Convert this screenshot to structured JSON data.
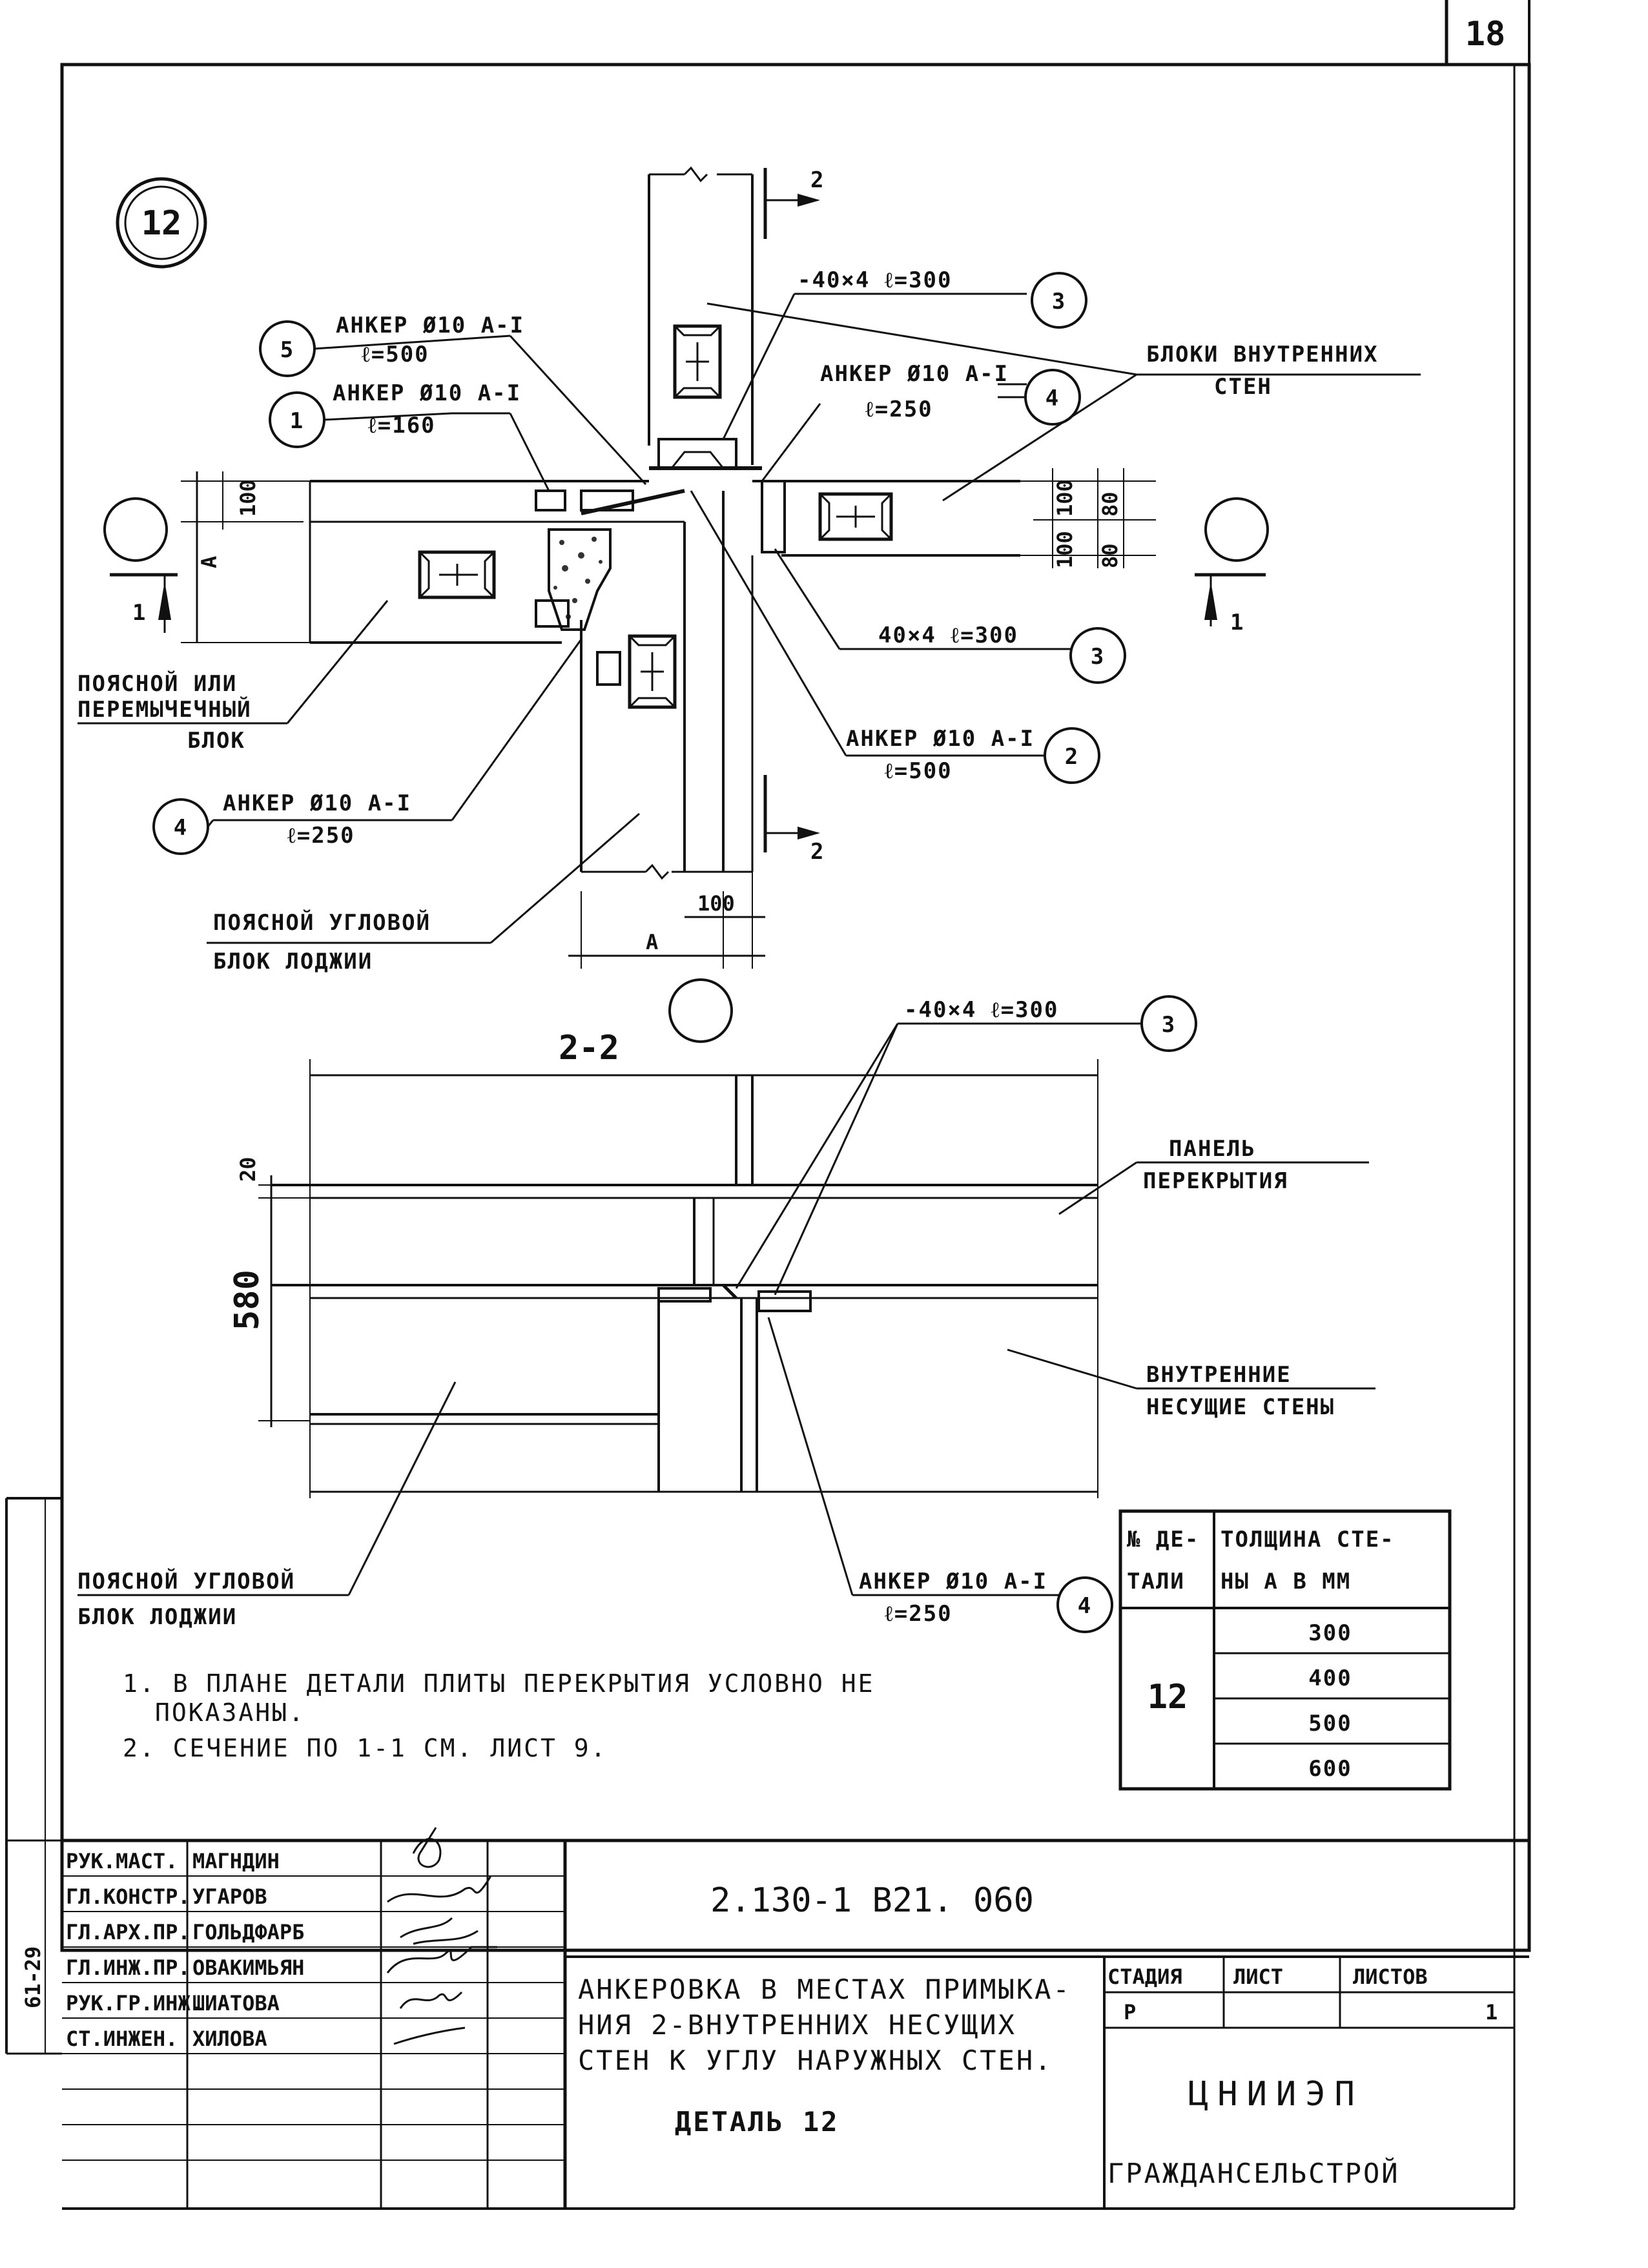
{
  "sheet_number": "18",
  "detail_number": "12",
  "section_marks": {
    "s1": "1",
    "s2": "2",
    "section_title": "2-2"
  },
  "plan_labels": {
    "anchor5": {
      "num": "5",
      "text": "АНКЕР Ø10 А-I",
      "len": "ℓ=500"
    },
    "anchor1": {
      "num": "1",
      "text": "АНКЕР Ø10 А-I",
      "len": "ℓ=160"
    },
    "plate3_top": {
      "num": "3",
      "text": "-40×4 ℓ=300"
    },
    "anchor4_right": {
      "num": "4",
      "text": "АНКЕР Ø10 А-I",
      "len": "ℓ=250"
    },
    "plate3_right": {
      "num": "3",
      "text": "40×4 ℓ=300"
    },
    "anchor2": {
      "num": "2",
      "text": "АНКЕР Ø10 А-I",
      "len": "ℓ=500"
    },
    "anchor4_left": {
      "num": "4",
      "text": "АНКЕР Ø10 А-I",
      "len": "ℓ=250"
    },
    "inner_blocks": [
      "БЛОКИ ВНУТРЕННИХ",
      "СТЕН"
    ],
    "belt_block": [
      "ПОЯСНОЙ ИЛИ",
      "ПЕРЕМЫЧЕЧНЫЙ",
      "БЛОК"
    ],
    "corner_block": [
      "ПОЯСНОЙ УГЛОВОЙ",
      "БЛОК ЛОДЖИИ"
    ],
    "dim_100_a": "100",
    "dim_a": "А",
    "dim_100_b": "100",
    "dim_a_b": "А",
    "dim_right": [
      "100",
      "100",
      "80",
      "80"
    ]
  },
  "section_labels": {
    "plate3": {
      "num": "3",
      "text": "-40×4 ℓ=300"
    },
    "panel": [
      "ПАНЕЛЬ",
      "ПЕРЕКРЫТИЯ"
    ],
    "inner_walls": [
      "ВНУТРЕННИЕ",
      "НЕСУЩИЕ СТЕНЫ"
    ],
    "corner_block": [
      "ПОЯСНОЙ УГЛОВОЙ",
      "БЛОК ЛОДЖИИ"
    ],
    "anchor4": {
      "num": "4",
      "text": "АНКЕР Ø10 А-I",
      "len": "ℓ=250"
    },
    "dim_20": "20",
    "dim_580": "580"
  },
  "notes": [
    "1. В ПЛАНЕ ДЕТАЛИ ПЛИТЫ ПЕРЕКРЫТИЯ   УСЛОВНО НЕ",
    "ПОКАЗАНЫ.",
    "2. СЕЧЕНИЕ ПО 1-1 СМ. ЛИСТ 9."
  ],
  "thickness_table": {
    "header_col1": [
      "№ ДЕ-",
      "ТАЛИ"
    ],
    "header_col2": [
      "ТОЛЩИНА СТЕ-",
      "НЫ А В ММ"
    ],
    "detail": "12",
    "values": [
      "300",
      "400",
      "500",
      "600"
    ]
  },
  "stamp": {
    "people": [
      {
        "role": "РУК.МАСТ.",
        "name": "МАГНДИН"
      },
      {
        "role": "ГЛ.КОНСТР.",
        "name": "УГАРОВ"
      },
      {
        "role": "ГЛ.АРХ.ПР.",
        "name": "ГОЛЬДФАРБ"
      },
      {
        "role": "ГЛ.ИНЖ.ПР.",
        "name": "ОВАКИМЬЯН"
      },
      {
        "role": "РУК.ГР.ИНЖ.",
        "name": "ШИАТОВА"
      },
      {
        "role": "СТ.ИНЖЕН.",
        "name": "ХИЛОВА"
      }
    ],
    "code": "2.130-1 В21.    060",
    "title": [
      "АНКЕРОВКА В МЕСТАХ ПРИМЫКА-",
      "НИЯ 2-ВНУТРЕННИХ НЕСУЩИХ",
      "СТЕН К УГЛУ НАРУЖНЫХ СТЕН."
    ],
    "subtitle": "ДЕТАЛЬ 12",
    "stage_header": "СТАДИЯ",
    "sheet_header": "ЛИСТ",
    "sheets_header": "ЛИСТОВ",
    "stage_value": "Р",
    "sheet_value": "",
    "sheets_value": "1",
    "org1": "ЦНИИЭП",
    "org2": "ГРАЖДАНСЕЛЬСТРОЙ"
  },
  "side_code": "61-29"
}
